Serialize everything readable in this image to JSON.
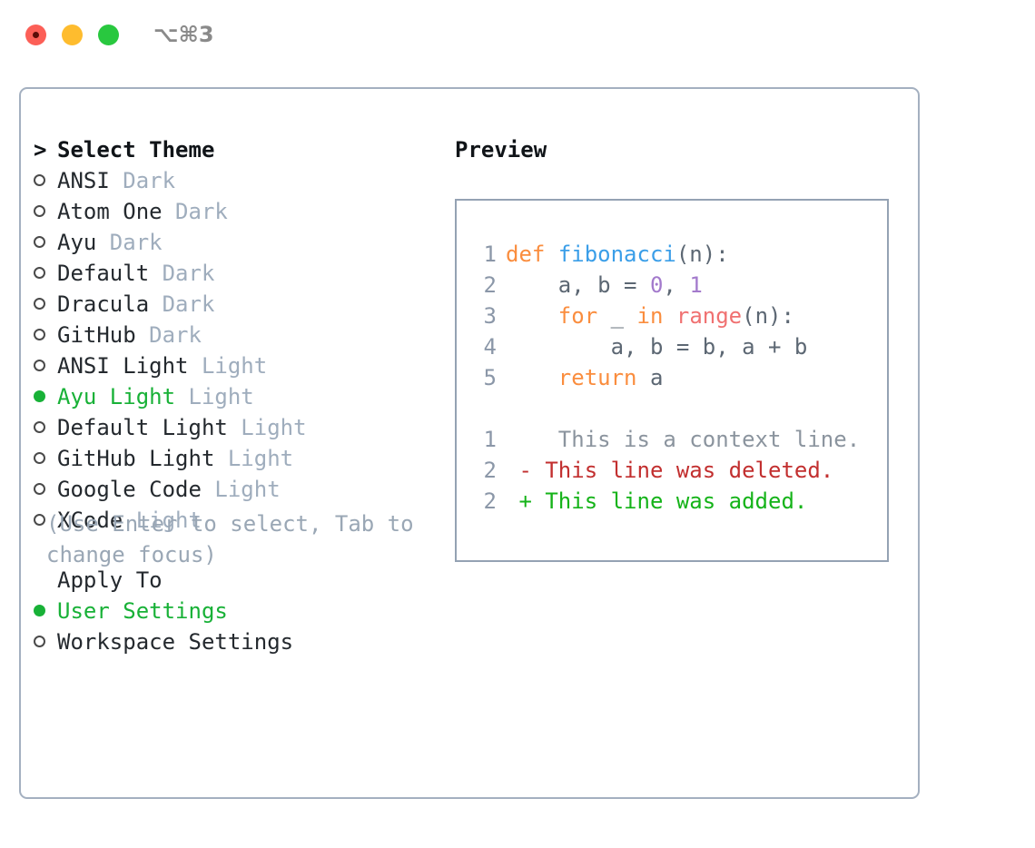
{
  "titlebar": {
    "shortcut": "⌥⌘3",
    "buttons": [
      {
        "name": "close",
        "color": "#fc5f57"
      },
      {
        "name": "minimize",
        "color": "#febc2e"
      },
      {
        "name": "maximize",
        "color": "#29c83f"
      }
    ]
  },
  "theme_picker": {
    "header_prefix": "> ",
    "header": "Select Theme",
    "items": [
      {
        "marker": "○",
        "name": "ANSI",
        "kind": "Dark",
        "selected": false
      },
      {
        "marker": "○",
        "name": "Atom One",
        "kind": "Dark",
        "selected": false
      },
      {
        "marker": "○",
        "name": "Ayu",
        "kind": "Dark",
        "selected": false
      },
      {
        "marker": "○",
        "name": "Default",
        "kind": "Dark",
        "selected": false
      },
      {
        "marker": "○",
        "name": "Dracula",
        "kind": "Dark",
        "selected": false
      },
      {
        "marker": "○",
        "name": "GitHub",
        "kind": "Dark",
        "selected": false
      },
      {
        "marker": "○",
        "name": "ANSI Light",
        "kind": "Light",
        "selected": false
      },
      {
        "marker": "●",
        "name": "Ayu Light",
        "kind": "Light",
        "selected": true
      },
      {
        "marker": "○",
        "name": "Default Light",
        "kind": "Light",
        "selected": false
      },
      {
        "marker": "○",
        "name": "GitHub Light",
        "kind": "Light",
        "selected": false
      },
      {
        "marker": "○",
        "name": "Google Code",
        "kind": "Light",
        "selected": false
      },
      {
        "marker": "○",
        "name": "XCode",
        "kind": "Light",
        "selected": false
      }
    ]
  },
  "apply_to": {
    "header": "Apply To",
    "items": [
      {
        "marker": "●",
        "name": "User Settings",
        "selected": true
      },
      {
        "marker": "○",
        "name": "Workspace Settings",
        "selected": false
      }
    ]
  },
  "hint": "(Use Enter to select, Tab to change focus)",
  "preview": {
    "title": "Preview",
    "code_lines": [
      {
        "n": "1",
        "tokens": [
          {
            "t": "def",
            "c": "kw"
          },
          {
            "t": " ",
            "c": "pln"
          },
          {
            "t": "fibonacci",
            "c": "fn"
          },
          {
            "t": "(n):",
            "c": "punct"
          }
        ]
      },
      {
        "n": "2",
        "tokens": [
          {
            "t": "    a, b = ",
            "c": "punct"
          },
          {
            "t": "0",
            "c": "num"
          },
          {
            "t": ", ",
            "c": "punct"
          },
          {
            "t": "1",
            "c": "num"
          }
        ]
      },
      {
        "n": "3",
        "tokens": [
          {
            "t": "    ",
            "c": "punct"
          },
          {
            "t": "for",
            "c": "kw"
          },
          {
            "t": " _ ",
            "c": "punct"
          },
          {
            "t": "in",
            "c": "kw"
          },
          {
            "t": " ",
            "c": "punct"
          },
          {
            "t": "range",
            "c": "bi"
          },
          {
            "t": "(n):",
            "c": "punct"
          }
        ]
      },
      {
        "n": "4",
        "tokens": [
          {
            "t": "        a, b = b, a + b",
            "c": "punct"
          }
        ]
      },
      {
        "n": "5",
        "tokens": [
          {
            "t": "    ",
            "c": "punct"
          },
          {
            "t": "return",
            "c": "kw"
          },
          {
            "t": " a",
            "c": "punct"
          }
        ]
      }
    ],
    "diff_lines": [
      {
        "n": "1",
        "sign": " ",
        "text": "  This is a context line.",
        "cls": "dctx"
      },
      {
        "n": "2",
        "sign": "-",
        "text": " This line was deleted.",
        "cls": "ddel"
      },
      {
        "n": "2",
        "sign": "+",
        "text": " This line was added.",
        "cls": "dadd"
      }
    ]
  },
  "colors": {
    "accent_green": "#18b137",
    "muted": "#9fadbd",
    "border": "#a4b0c0",
    "keyword": "#fa8d3e",
    "function": "#3a9ee8",
    "number": "#a37acc",
    "builtin": "#f07171",
    "diff_add": "#15b319",
    "diff_del": "#c22f2f"
  }
}
